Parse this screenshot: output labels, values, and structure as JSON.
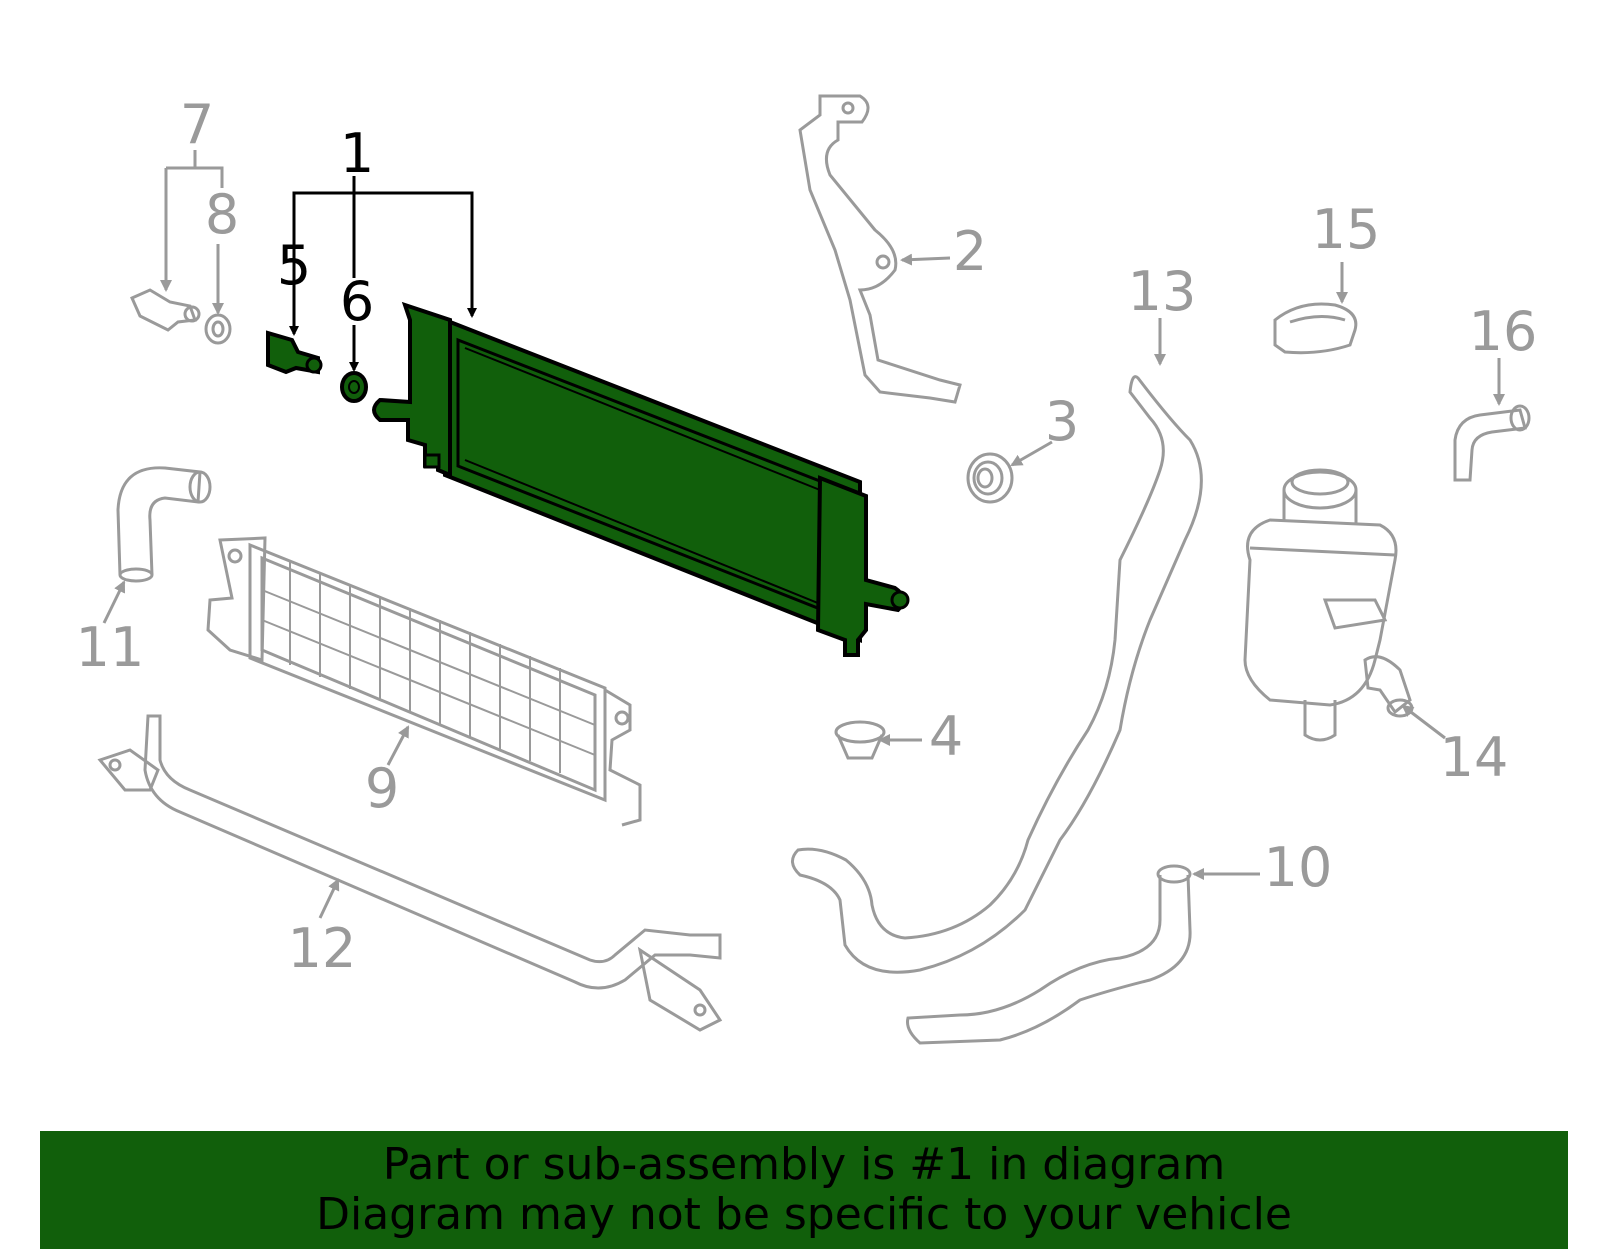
{
  "colors": {
    "highlight": "#115f0b",
    "part_outline_gray": "#9a9a9a",
    "part_outline_black": "#000000",
    "banner_bg": "#115f0b"
  },
  "callouts": {
    "c1": "1",
    "c2": "2",
    "c3": "3",
    "c4": "4",
    "c5": "5",
    "c6": "6",
    "c7": "7",
    "c8": "8",
    "c9": "9",
    "c10": "10",
    "c11": "11",
    "c12": "12",
    "c13": "13",
    "c14": "14",
    "c15": "15",
    "c16": "16"
  },
  "banner": {
    "line1": "Part or sub-assembly is #1 in diagram",
    "line2": "Diagram may not be specific to your vehicle"
  }
}
